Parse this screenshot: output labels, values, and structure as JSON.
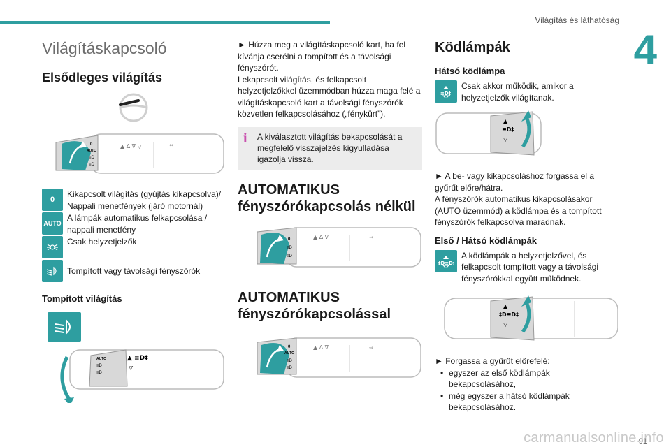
{
  "header": {
    "section_title": "Világítás és láthatóság",
    "chapter": "4",
    "page": "91"
  },
  "watermark": "carmanualsonline.info",
  "col1": {
    "title": "Világításkapcsoló",
    "primary_heading": "Elsődleges világítás",
    "legend": [
      {
        "icon_text": "0",
        "icon": "off-icon",
        "text": "Kikapcsolt világítás (gyújtás kikapcsolva)/ Nappali menetfények (járó motornál)"
      },
      {
        "icon_text": "AUTO",
        "icon": "auto-icon",
        "text": "A lámpák automatikus felkapcsolása / nappali menetfény"
      },
      {
        "icon_text": "",
        "icon": "parking-lights-icon",
        "text": "Csak helyzetjelzők"
      },
      {
        "icon_text": "",
        "icon": "dipped-beam-icon",
        "text": "Tompított vagy távolsági fényszórók"
      }
    ],
    "dipped_heading": "Tompított világítás"
  },
  "col2": {
    "para1": "► Húzza meg a világításkapcsoló kart, ha fel kívánja cserélni a tompított és a távolsági fényszórót.",
    "para2": "Lekapcsolt világítás, és felkapcsolt helyzetjelzőkkel üzemmódban húzza maga felé a világításkapcsoló kart a távolsági fényszórók közvetlen felkapcsolásához („fénykürt”).",
    "info": "A kiválasztott világítás bekapcsolását a megfelelő visszajelzés kigyulladása igazolja vissza.",
    "auto_without_1": "AUTOMATIKUS",
    "auto_without_2": "fényszórókapcsolás nélkül",
    "auto_with_1": "AUTOMATIKUS",
    "auto_with_2": "fényszórókapcsolással"
  },
  "col3": {
    "title": "Ködlámpák",
    "rear_heading": "Hátsó ködlámpa",
    "rear_text": "Csak akkor működik, amikor a helyzetjelzők világítanak.",
    "rear_para1": "► A be- vagy kikapcsoláshoz forgassa el a gyűrűt előre/hátra.",
    "rear_para2": "A fényszórók automatikus kikapcsolásakor (AUTO üzemmód) a ködlámpa és a tompított fényszórók felkapcsolva maradnak.",
    "front_rear_heading": "Első / Hátsó ködlámpák",
    "front_rear_text": "A ködlámpák a helyzetjelzővel, és felkapcsolt tompított vagy a távolsági fényszórókkal együtt működnek.",
    "rotate_intro": "► Forgassa a gyűrűt előrefelé:",
    "rotate_items": [
      "egyszer az első ködlámpák bekapcsolásához,",
      "még egyszer a hátsó ködlámpák bekapcsolásához."
    ]
  },
  "colors": {
    "accent": "#2e9ea0",
    "info_icon": "#c94fae"
  }
}
